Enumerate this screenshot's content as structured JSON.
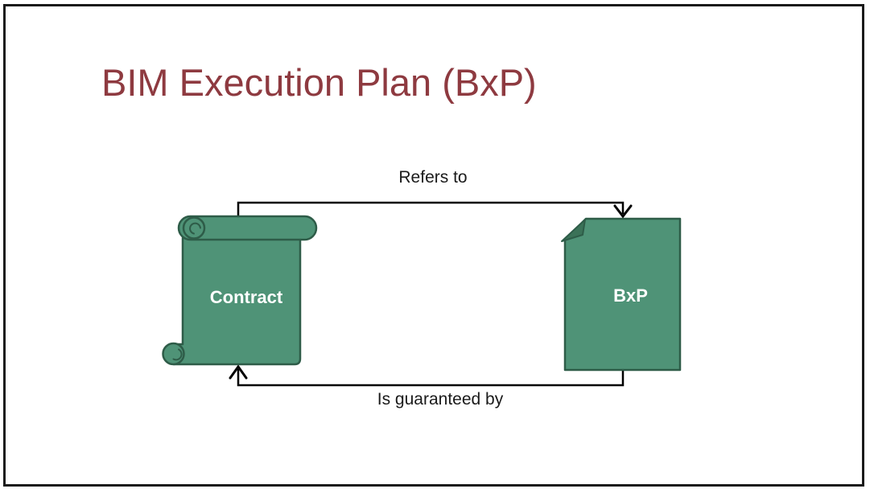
{
  "slide": {
    "title": "BIM Execution Plan (BxP)"
  },
  "diagram": {
    "nodes": [
      {
        "id": "contract",
        "label": "Contract",
        "shape": "scroll"
      },
      {
        "id": "bxp",
        "label": "BxP",
        "shape": "document-folded-corner"
      }
    ],
    "edges": [
      {
        "from": "contract",
        "to": "bxp",
        "label": "Refers to"
      },
      {
        "from": "bxp",
        "to": "contract",
        "label": "Is guaranteed by"
      }
    ]
  },
  "colors": {
    "title_text": "#8e3a40",
    "shape_fill": "#4f9377",
    "shape_border": "#2e5c48",
    "fold_fill": "#3b7258",
    "arrow": "#000000",
    "label_text": "#1a1a1a",
    "node_label_text": "#ffffff",
    "slide_border": "#1a1a1a"
  }
}
